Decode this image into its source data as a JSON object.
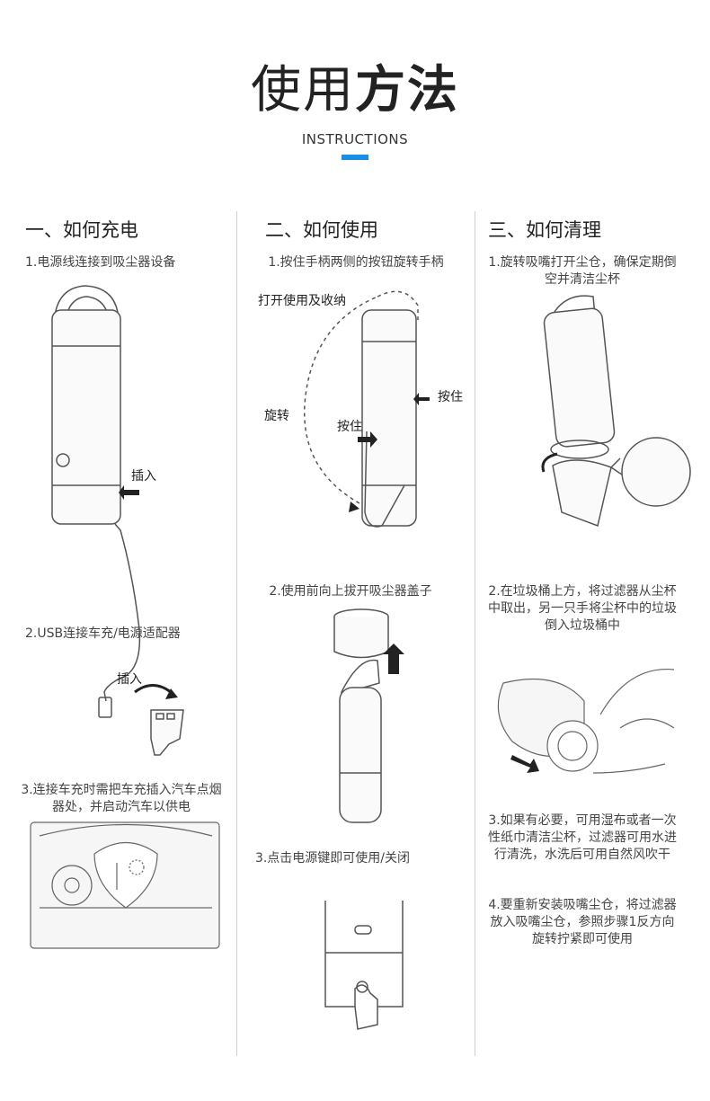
{
  "header": {
    "title_light": "使用",
    "title_bold": "方法",
    "subtitle": "INSTRUCTIONS",
    "accent_color": "#1a8fe6"
  },
  "columns": [
    {
      "heading": "一、如何充电",
      "steps": [
        "1.电源线连接到吸尘器设备",
        "2.USB连接车充/电源适配器",
        "3.连接车充时需把车充插入汽车点烟器处，并启动汽车以供电"
      ],
      "labels": {
        "insert_1": "插入",
        "insert_2": "插入"
      }
    },
    {
      "heading": "二、如何使用",
      "steps": [
        "1.按住手柄两侧的按钮旋转手柄",
        "2.使用前向上拔开吸尘器盖子",
        "3.点击电源键即可使用/关闭"
      ],
      "labels": {
        "open_store": "打开使用及收纳",
        "rotate": "旋转",
        "hold_left": "按住",
        "hold_right": "按住"
      }
    },
    {
      "heading": "三、如何清理",
      "steps": [
        "1.旋转吸嘴打开尘仓，确保定期倒空并清洁尘杯",
        "2.在垃圾桶上方，将过滤器从尘杯中取出，另一只手将尘杯中的垃圾倒入垃圾桶中",
        "3.如果有必要，可用湿布或者一次性纸巾清洁尘杯，过滤器可用水进行清洗，水洗后可用自然风吹干",
        "4.要重新安装吸嘴尘仓，将过滤器放入吸嘴尘仓，参照步骤1反方向旋转拧紧即可使用"
      ]
    }
  ]
}
